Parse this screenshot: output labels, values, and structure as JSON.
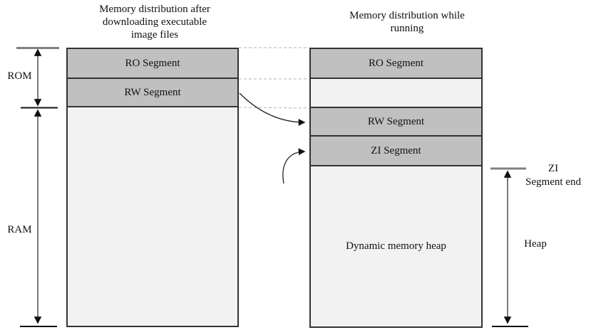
{
  "titles": {
    "left": {
      "lines": [
        "Memory distribution after",
        "downloading executable",
        "image files"
      ]
    },
    "right": {
      "lines": [
        "Memory distribution while",
        "running"
      ]
    }
  },
  "columns": {
    "left": {
      "ro_label": "RO Segment",
      "rw_label": "RW Segment"
    },
    "right": {
      "ro_label": "RO Segment",
      "rw_label": "RW Segment",
      "zi_label": "ZI Segment",
      "heap_label": "Dynamic memory heap"
    }
  },
  "annotations": {
    "rom": "ROM",
    "ram": "RAM",
    "zi_end_line1": "ZI",
    "zi_end_line2": "Segment end",
    "heap": "Heap"
  },
  "colors": {
    "segment_fill": "#c0c0c0",
    "light_fill": "#f2f2f2",
    "border": "#333333",
    "measure_gray": "#808080",
    "dashed_connector": "#b3b3b3",
    "arrow_black": "#111111"
  }
}
